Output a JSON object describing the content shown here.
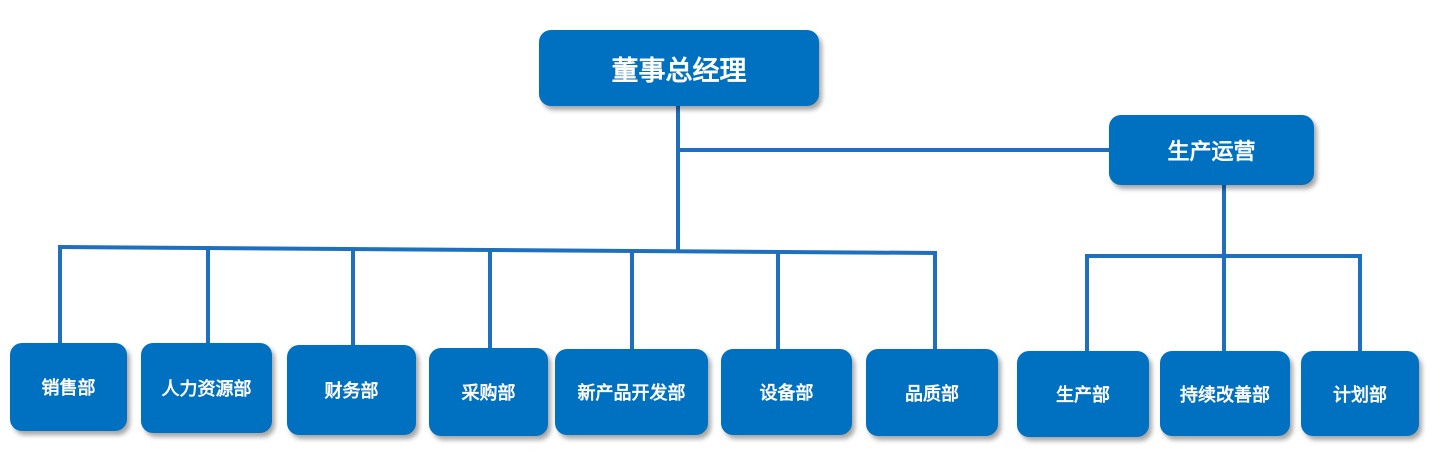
{
  "colors": {
    "box_fill": "#0070C0",
    "line": "#1F6FBF",
    "text": "#FFFFFF"
  },
  "org": {
    "top": {
      "label": "董事总经理"
    },
    "operations": {
      "label": "生产运营"
    },
    "departments": [
      {
        "label": "销售部"
      },
      {
        "label": "人力资源部"
      },
      {
        "label": "财务部"
      },
      {
        "label": "采购部"
      },
      {
        "label": "新产品开发部"
      },
      {
        "label": "设备部"
      },
      {
        "label": "品质部"
      }
    ],
    "operations_departments": [
      {
        "label": "生产部"
      },
      {
        "label": "持续改善部"
      },
      {
        "label": "计划部"
      }
    ]
  }
}
